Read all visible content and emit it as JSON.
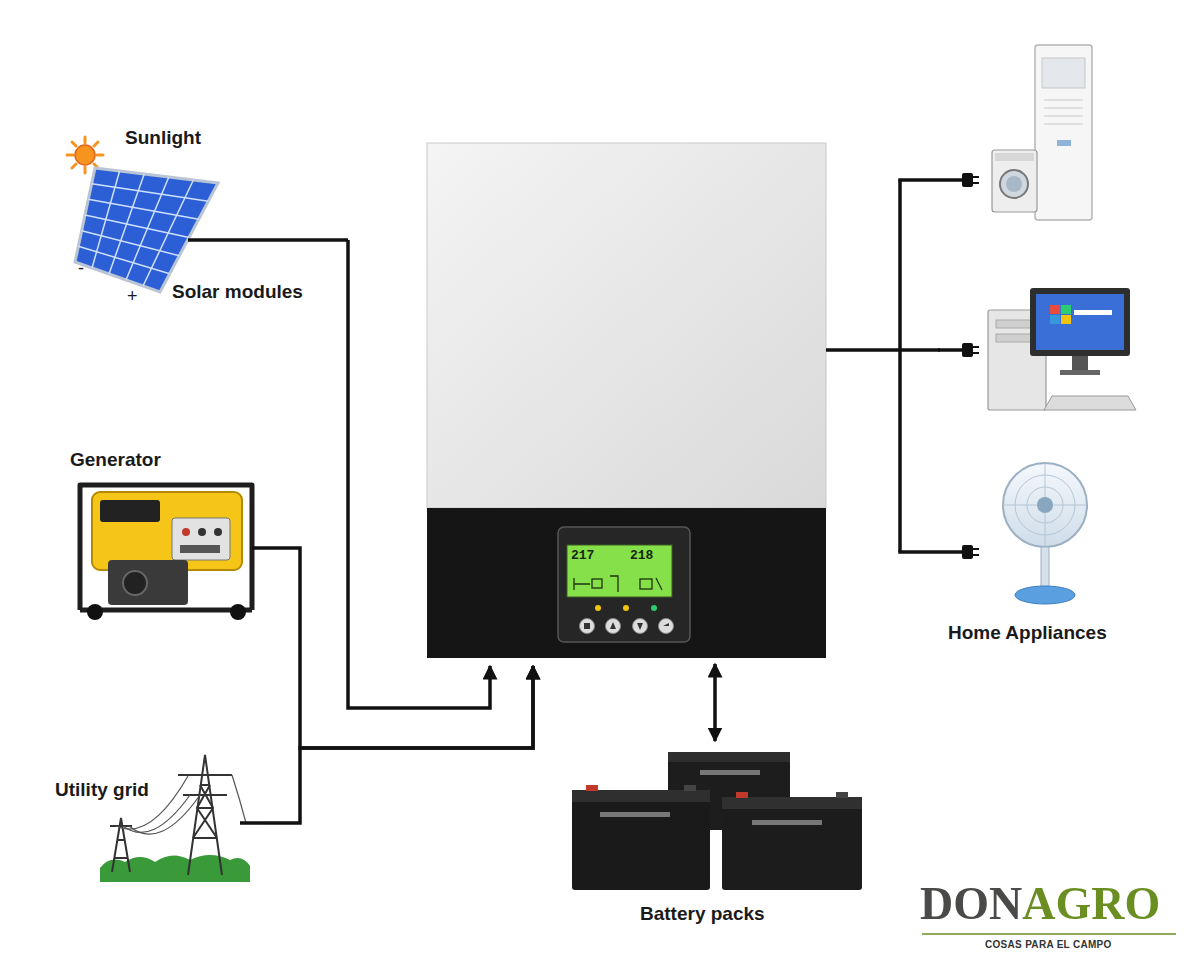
{
  "diagram": {
    "nodes": [
      {
        "text": [
          "Sunlight",
          "Solar modules"
        ]
      },
      {
        "text": [
          "Generator"
        ]
      },
      {
        "text": [
          "Utility grid"
        ]
      },
      {
        "text": [
          "217",
          "218"
        ]
      },
      {
        "text": [
          "Home Appliances"
        ]
      },
      {
        "text": [
          "Battery packs"
        ]
      }
    ],
    "edges": [
      {
        "from": 0,
        "to": 3,
        "arrow": "to"
      },
      {
        "from": 1,
        "to": 3,
        "arrow": "to"
      },
      {
        "from": 2,
        "to": 3,
        "arrow": "to"
      },
      {
        "from": 3,
        "to": 4,
        "arrow": "none"
      },
      {
        "from": 3,
        "to": 5,
        "arrow": "both"
      }
    ],
    "labels": [
      "-",
      "+",
      "DONAGRO",
      "COSAS PARA EL CAMPO"
    ]
  }
}
